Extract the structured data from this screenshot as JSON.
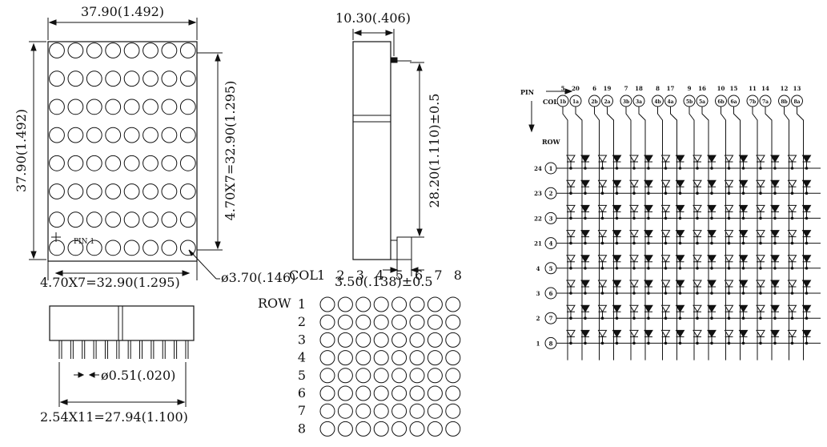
{
  "front_view": {
    "width_label": "37.90(1.492)",
    "height_label": "37.90(1.492)",
    "vertical_pitch_label": "4.70X7=32.90(1.295)",
    "horizontal_pitch_label": "4.70X7=32.90(1.295)",
    "dot_diameter_label": "ø3.70(.146)",
    "pin1_label": "PIN 1",
    "dot_rows": 8,
    "dot_cols": 8
  },
  "side_view": {
    "depth_label": "10.30(.406)",
    "pin_length_label": "28.20(1.110)±0.5",
    "standoff_label": "3.50(.138)±0.5"
  },
  "bottom_view": {
    "pin_diameter_label": "ø0.51(.020)",
    "pin_span_label": "2.54X11=27.94(1.100)",
    "pin_count": 12
  },
  "matrix_map": {
    "col_label": "COL",
    "row_label": "ROW",
    "col_numbers": [
      "1",
      "2",
      "3",
      "4",
      "5",
      "6",
      "7",
      "8"
    ],
    "row_numbers": [
      "1",
      "2",
      "3",
      "4",
      "5",
      "6",
      "7",
      "8"
    ]
  },
  "schematic": {
    "pin_label": "PIN",
    "col_label": "COL",
    "row_label": "ROW",
    "col_pins": [
      {
        "top": "5",
        "bottom": "20",
        "a": "1b",
        "b": "1a"
      },
      {
        "top": "6",
        "bottom": "19",
        "a": "2b",
        "b": "2a"
      },
      {
        "top": "7",
        "bottom": "18",
        "a": "3b",
        "b": "3a"
      },
      {
        "top": "8",
        "bottom": "17",
        "a": "4b",
        "b": "4a"
      },
      {
        "top": "9",
        "bottom": "16",
        "a": "5b",
        "b": "5a"
      },
      {
        "top": "10",
        "bottom": "15",
        "a": "6b",
        "b": "6a"
      },
      {
        "top": "11",
        "bottom": "14",
        "a": "7b",
        "b": "7a"
      },
      {
        "top": "12",
        "bottom": "13",
        "a": "8b",
        "b": "8a"
      }
    ],
    "rows": [
      {
        "pin": "24",
        "row": "1"
      },
      {
        "pin": "23",
        "row": "2"
      },
      {
        "pin": "22",
        "row": "3"
      },
      {
        "pin": "21",
        "row": "4"
      },
      {
        "pin": "4",
        "row": "5"
      },
      {
        "pin": "3",
        "row": "6"
      },
      {
        "pin": "2",
        "row": "7"
      },
      {
        "pin": "1",
        "row": "8"
      }
    ]
  }
}
